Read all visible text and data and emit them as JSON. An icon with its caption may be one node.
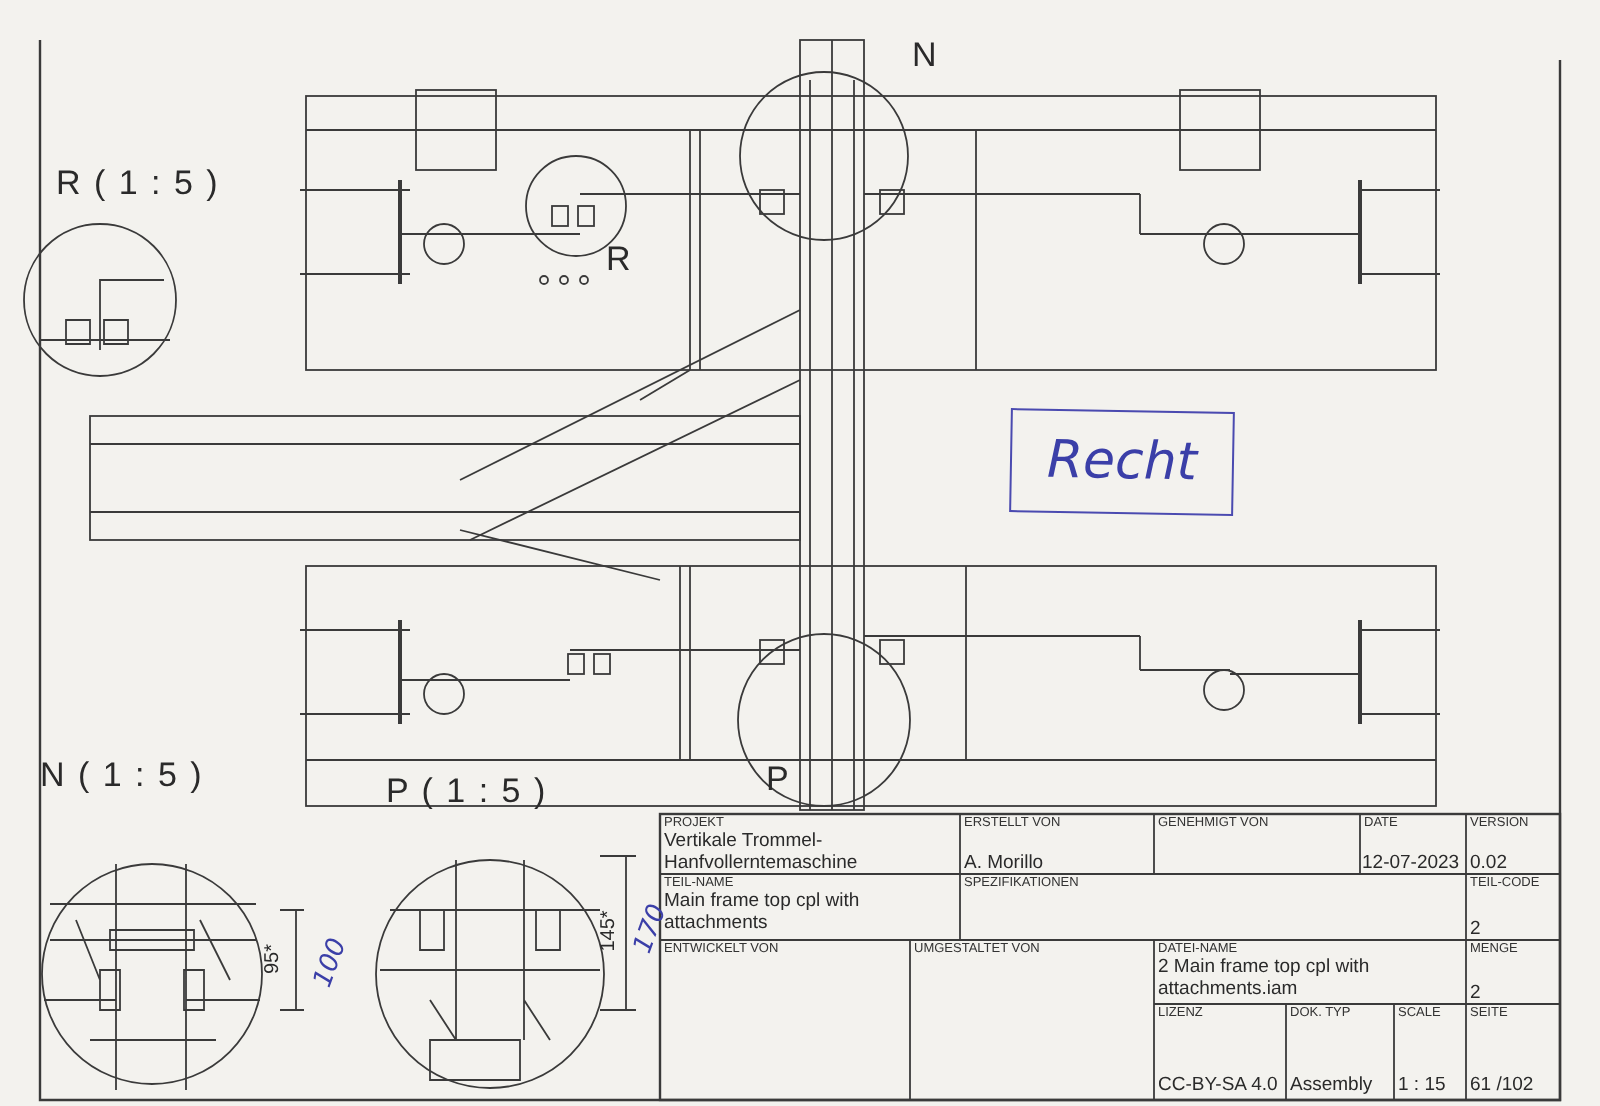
{
  "diagram": {
    "nodes": [
      {
        "text": [
          "Recht"
        ]
      }
    ],
    "labels": [
      "R ( 1 : 5 )",
      "N",
      "R",
      "P",
      "N ( 1 : 5 )",
      "P ( 1 : 5 )",
      "95*",
      "100",
      "145*",
      "170",
      "PROJEKT",
      "Vertikale Trommel-Hanfvollerntemaschine",
      "ERSTELLT VON",
      "A. Morillo",
      "GENEHMIGT VON",
      "DATE",
      "12-07-2023",
      "VERSION",
      "0.02",
      "TEIL-NAME",
      "Main frame top cpl with attachments",
      "SPEZIFIKATIONEN",
      "TEIL-CODE",
      "2",
      "ENTWICKELT VON",
      "UMGESTALTET VON",
      "DATEI-NAME",
      "2 Main frame top cpl with attachments.iam",
      "MENGE",
      "2",
      "LIZENZ",
      "CC-BY-SA 4.0",
      "DOK. TYP",
      "Assembly",
      "SCALE",
      "1 : 15",
      "SEITE",
      "61 /102"
    ]
  }
}
